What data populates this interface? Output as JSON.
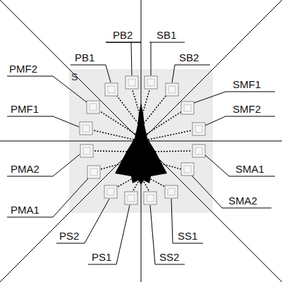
{
  "diagram": {
    "labels": [
      "PB2",
      "SB1",
      "PB1",
      "SB2",
      "PMF2",
      "S",
      "SMF1",
      "PMF1",
      "SMF2",
      "PMA2",
      "SMA1",
      "PMA1",
      "SMA2",
      "PS2",
      "SS1",
      "PS1",
      "SS2"
    ]
  }
}
